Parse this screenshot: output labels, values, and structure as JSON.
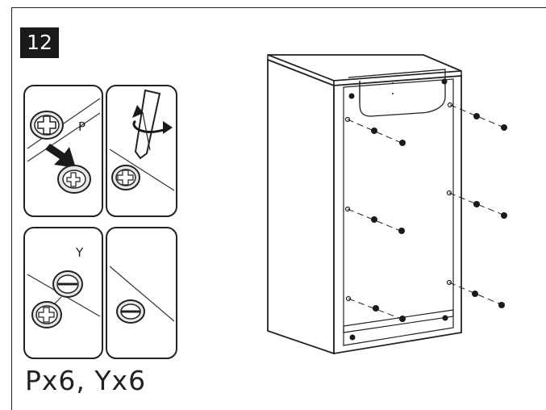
{
  "step": {
    "number": "12"
  },
  "details": {
    "panel1_label": "P",
    "panel3_label": "Y"
  },
  "parts": {
    "quantity_text": "Px6, Yx6"
  }
}
